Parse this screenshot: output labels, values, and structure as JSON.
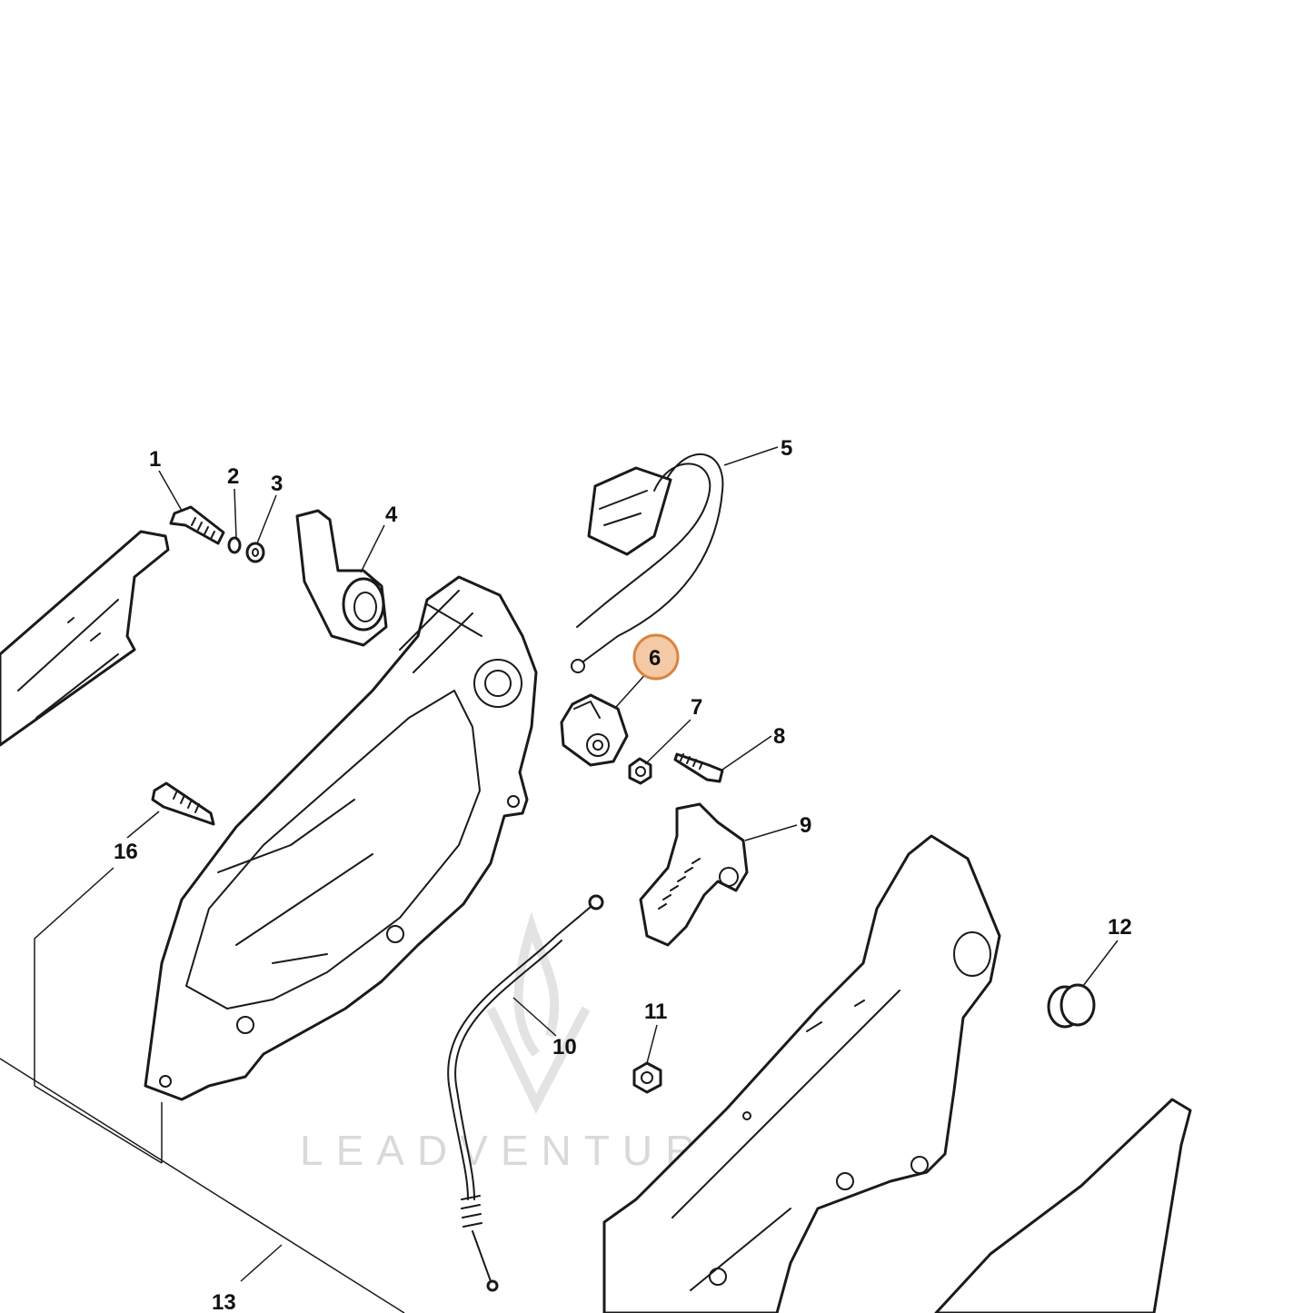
{
  "watermark": {
    "text": "LEADVENTURE"
  },
  "highlight": {
    "fill": "#f3c9a6",
    "stroke": "#d9843f",
    "callout": "6"
  },
  "callouts": [
    "1",
    "2",
    "3",
    "4",
    "5",
    "6",
    "7",
    "8",
    "9",
    "10",
    "11",
    "12",
    "13",
    "16"
  ],
  "icon": "flame-v-logo-icon"
}
